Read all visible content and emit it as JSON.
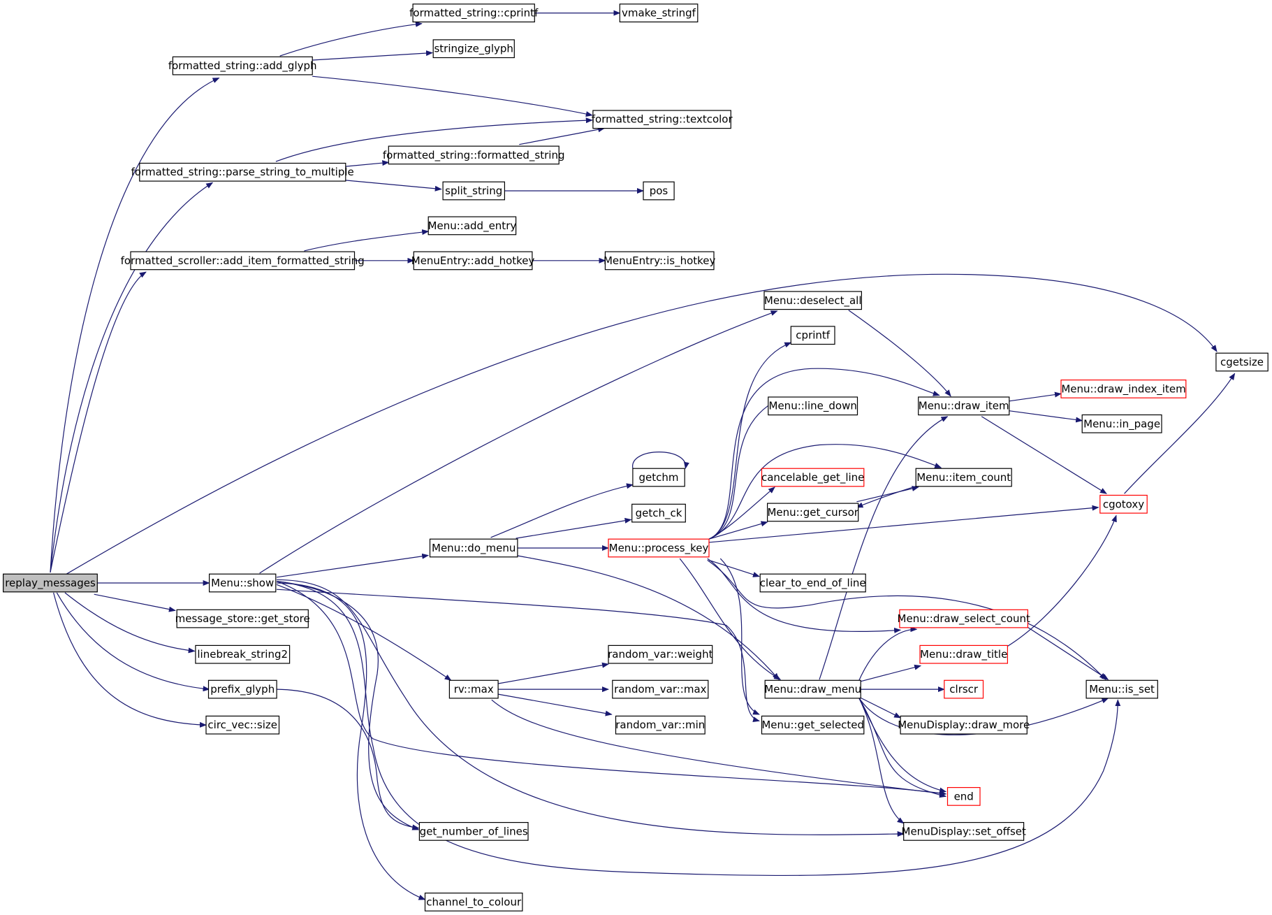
{
  "diagram": {
    "colors": {
      "edge": "#191970",
      "root_fill": "#bfbfbf",
      "truncated_border": "#ff0000",
      "border": "#000000",
      "background": "#ffffff"
    },
    "nodes": [
      {
        "id": "replay",
        "label": "replay_messages",
        "root": true
      },
      {
        "id": "fs_add_glyph",
        "label": "formatted_string::add_glyph"
      },
      {
        "id": "fs_cprintf",
        "label": "formatted_string::cprintf"
      },
      {
        "id": "vmake",
        "label": "vmake_stringf"
      },
      {
        "id": "stringize",
        "label": "stringize_glyph"
      },
      {
        "id": "textcolor",
        "label": "formatted_string::textcolor"
      },
      {
        "id": "fs_fs",
        "label": "formatted_string::formatted_string"
      },
      {
        "id": "parse",
        "label": "formatted_string::parse_string_to_multiple"
      },
      {
        "id": "split",
        "label": "split_string"
      },
      {
        "id": "pos",
        "label": "pos"
      },
      {
        "id": "add_entry",
        "label": "Menu::add_entry"
      },
      {
        "id": "fscroll",
        "label": "formatted_scroller::add_item_formatted_string"
      },
      {
        "id": "add_hotkey",
        "label": "MenuEntry::add_hotkey"
      },
      {
        "id": "is_hotkey",
        "label": "MenuEntry::is_hotkey"
      },
      {
        "id": "deselect",
        "label": "Menu::deselect_all"
      },
      {
        "id": "cgetsize",
        "label": "cgetsize"
      },
      {
        "id": "cprintf",
        "label": "cprintf"
      },
      {
        "id": "draw_item",
        "label": "Menu::draw_item"
      },
      {
        "id": "draw_index",
        "label": "Menu::draw_index_item",
        "truncated": true
      },
      {
        "id": "line_down",
        "label": "Menu::line_down"
      },
      {
        "id": "in_page",
        "label": "Menu::in_page"
      },
      {
        "id": "cancel",
        "label": "cancelable_get_line",
        "truncated": true
      },
      {
        "id": "item_count",
        "label": "Menu::item_count"
      },
      {
        "id": "getchm",
        "label": "getchm"
      },
      {
        "id": "get_cursor",
        "label": "Menu::get_cursor"
      },
      {
        "id": "cgotoxy",
        "label": "cgotoxy",
        "truncated": true
      },
      {
        "id": "getch_ck",
        "label": "getch_ck"
      },
      {
        "id": "do_menu",
        "label": "Menu::do_menu"
      },
      {
        "id": "process_key",
        "label": "Menu::process_key",
        "truncated": true
      },
      {
        "id": "show",
        "label": "Menu::show"
      },
      {
        "id": "clear_eol",
        "label": "clear_to_end_of_line"
      },
      {
        "id": "msg_store",
        "label": "message_store::get_store"
      },
      {
        "id": "draw_sel",
        "label": "Menu::draw_select_count",
        "truncated": true
      },
      {
        "id": "linebreak",
        "label": "linebreak_string2"
      },
      {
        "id": "rw_weight",
        "label": "random_var::weight"
      },
      {
        "id": "draw_title",
        "label": "Menu::draw_title",
        "truncated": true
      },
      {
        "id": "prefix",
        "label": "prefix_glyph"
      },
      {
        "id": "rv_max",
        "label": "rv::max"
      },
      {
        "id": "rw_max",
        "label": "random_var::max"
      },
      {
        "id": "draw_menu",
        "label": "Menu::draw_menu"
      },
      {
        "id": "clrscr",
        "label": "clrscr",
        "truncated": true
      },
      {
        "id": "is_set",
        "label": "Menu::is_set"
      },
      {
        "id": "circ",
        "label": "circ_vec::size"
      },
      {
        "id": "rw_min",
        "label": "random_var::min"
      },
      {
        "id": "get_sel",
        "label": "Menu::get_selected"
      },
      {
        "id": "draw_more",
        "label": "MenuDisplay::draw_more"
      },
      {
        "id": "end",
        "label": "end",
        "truncated": true
      },
      {
        "id": "num_lines",
        "label": "get_number_of_lines"
      },
      {
        "id": "set_offset",
        "label": "MenuDisplay::set_offset"
      },
      {
        "id": "chan",
        "label": "channel_to_colour"
      }
    ]
  }
}
